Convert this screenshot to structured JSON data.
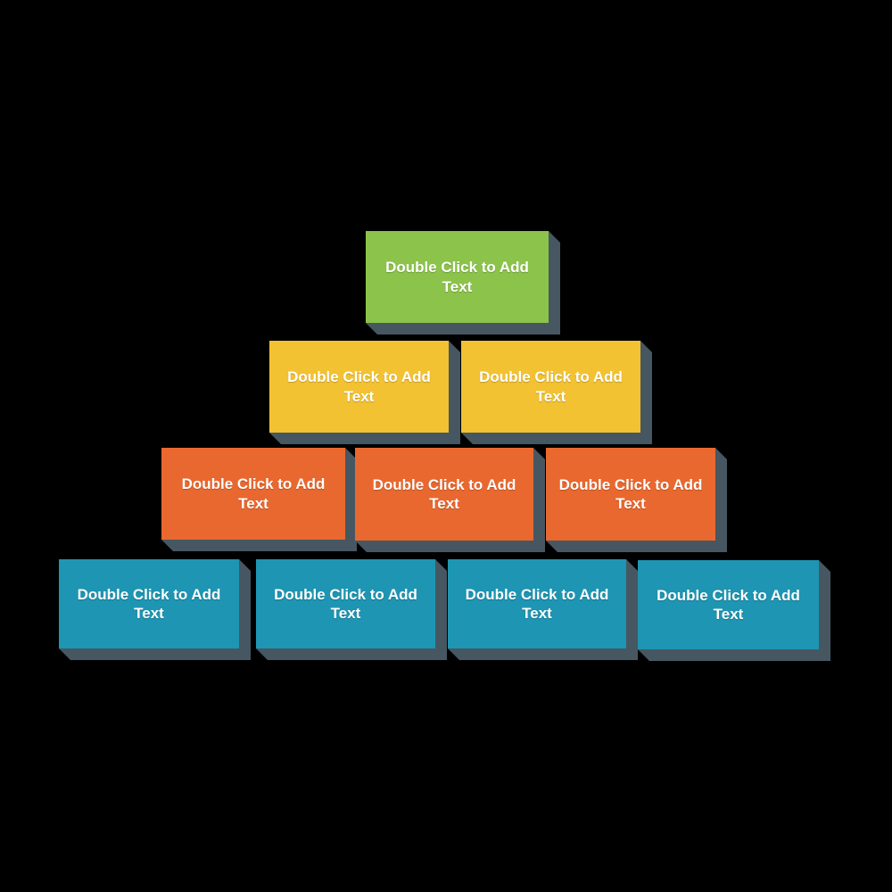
{
  "diagram": {
    "background": "#000000",
    "shadow_color": "#465762",
    "text_color": "#FFFFFF",
    "levels": [
      {
        "color": "#8CC34B",
        "boxes": [
          {
            "label": "Double Click to Add\nText"
          }
        ]
      },
      {
        "color": "#F2C233",
        "boxes": [
          {
            "label": "Double Click to Add\nText"
          },
          {
            "label": "Double Click to Add\nText"
          }
        ]
      },
      {
        "color": "#E9682F",
        "boxes": [
          {
            "label": "Double Click to Add\nText"
          },
          {
            "label": "Double Click to Add\nText"
          },
          {
            "label": "Double Click to Add\nText"
          }
        ]
      },
      {
        "color": "#1E95B2",
        "boxes": [
          {
            "label": "Double Click to Add\nText"
          },
          {
            "label": "Double Click to Add\nText"
          },
          {
            "label": "Double Click to Add\nText"
          },
          {
            "label": "Double Click to Add\nText"
          }
        ]
      }
    ]
  }
}
